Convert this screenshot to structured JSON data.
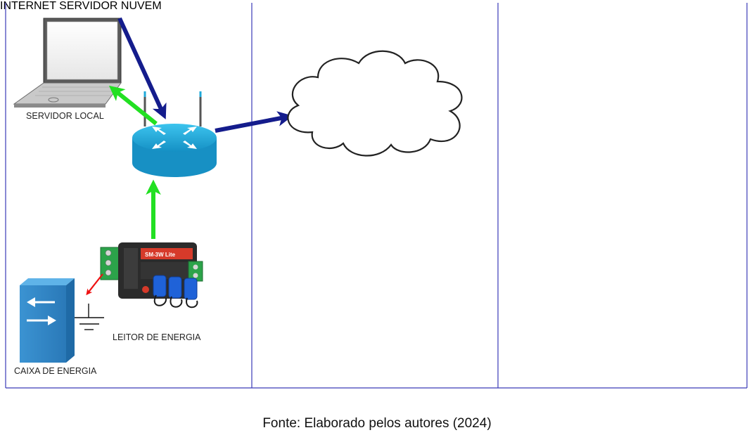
{
  "diagram": {
    "internet_label": "INTERNET",
    "labels": {
      "local_server": "SERVIDOR LOCAL",
      "energy_reader": "LEITOR DE ENERGIA",
      "energy_box": "CAIXA DE ENERGIA",
      "cloud_server": "SERVIDOR NUVEM"
    },
    "reader_device_text": "SM-3W Lite",
    "colors": {
      "frame": "#3a3ab8",
      "arrow_navy": "#141c8c",
      "arrow_green": "#22e022",
      "arrow_orange": "#ffa514",
      "router": "#1fa9d9",
      "box": "#2f86c6",
      "ground_wire": "#ee1111"
    },
    "icons": [
      "laptop-icon",
      "router-icon",
      "energy-meter-icon",
      "power-box-icon",
      "ground-icon",
      "cloud-icon",
      "server-tower-icon",
      "smartphone-icon",
      "desktop-tower-icon"
    ]
  },
  "caption": "Fonte: Elaborado pelos autores (2024)"
}
